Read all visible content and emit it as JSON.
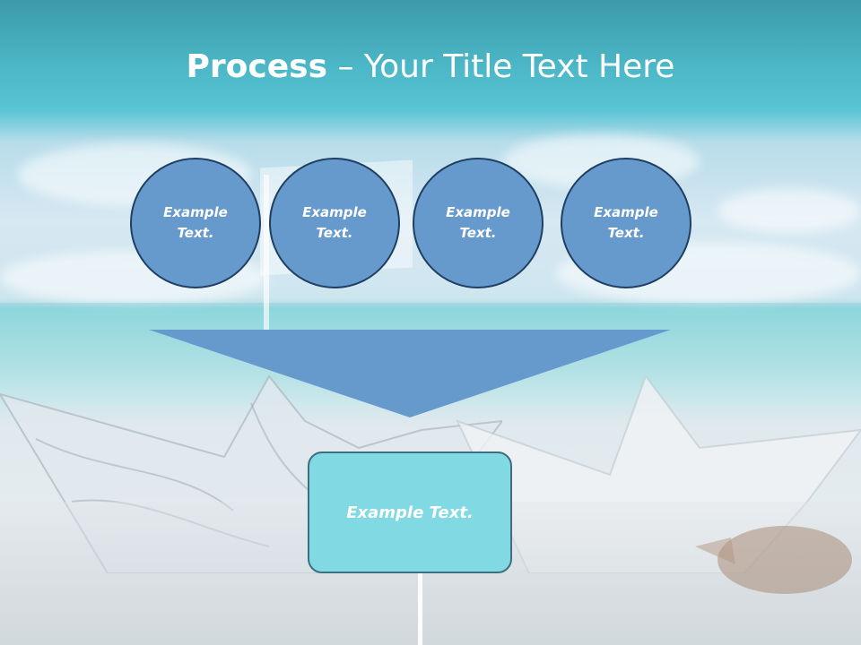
{
  "title": {
    "bold": "Process",
    "rest": " – Your Title Text Here"
  },
  "circles": [
    {
      "text": "Example Text."
    },
    {
      "text": "Example Text."
    },
    {
      "text": "Example Text."
    },
    {
      "text": "Example Text."
    }
  ],
  "result": {
    "text": "Example Text."
  },
  "colors": {
    "circle_fill": "#6699cc",
    "circle_border": "#1f3f63",
    "arrow_fill": "#6699cc",
    "result_fill": "#80d9e3",
    "result_border": "#3d6f7f",
    "title_color": "#ffffff"
  }
}
